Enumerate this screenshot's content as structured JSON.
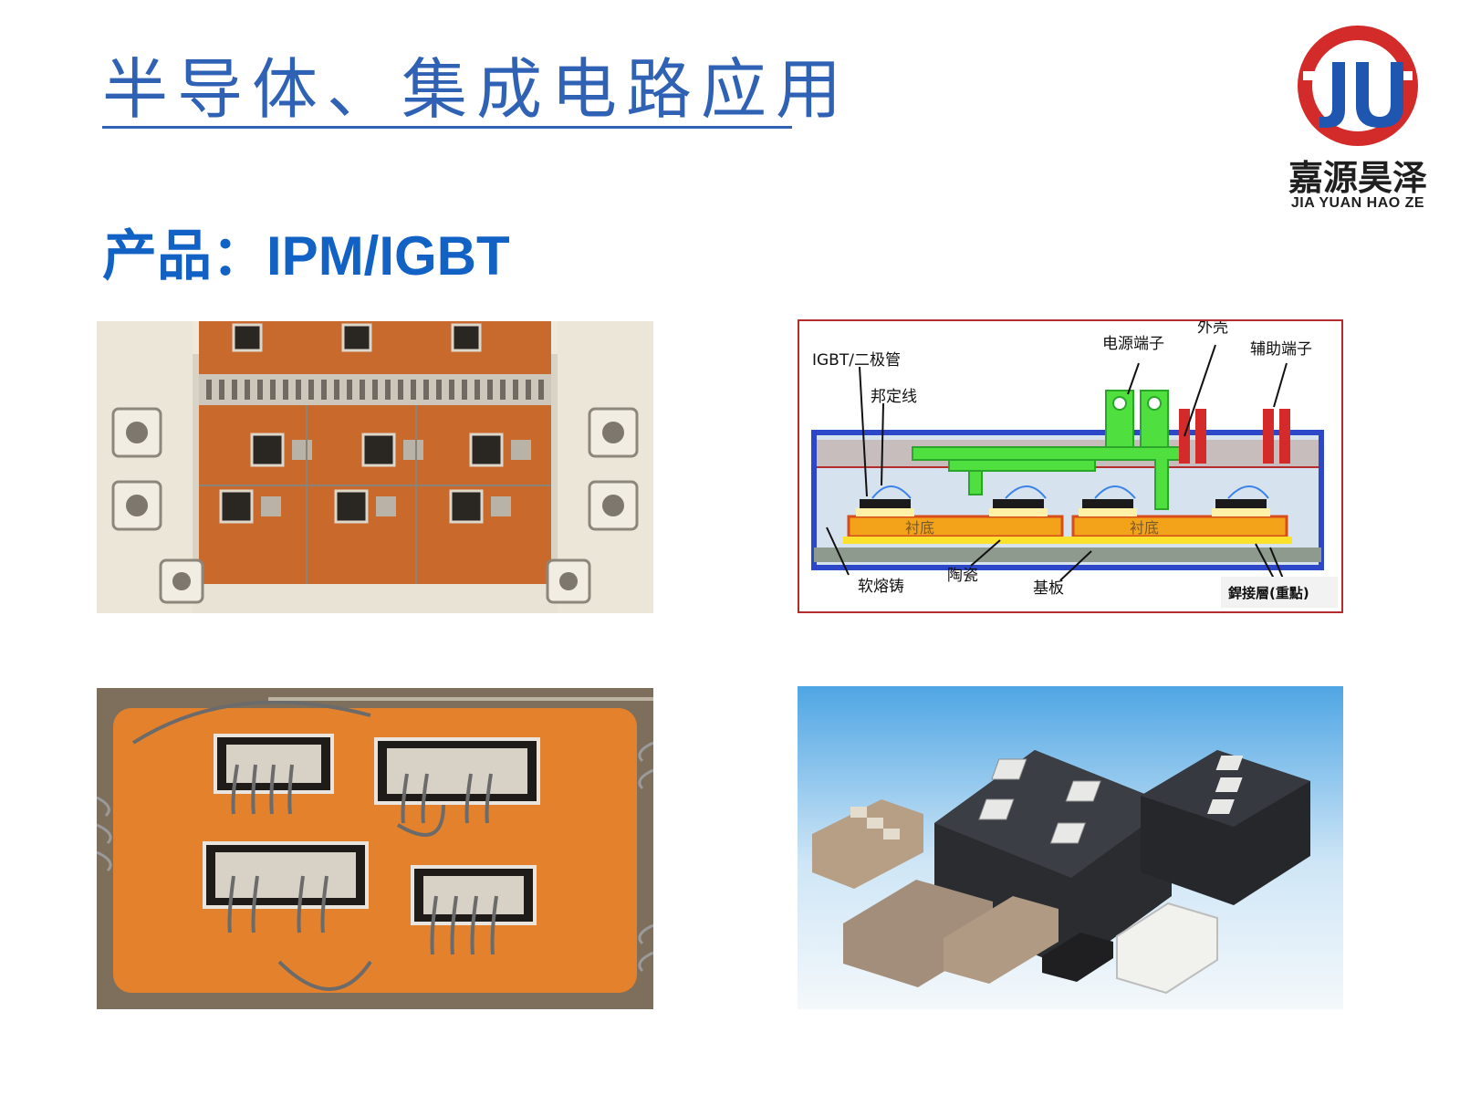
{
  "header": {
    "title": "半导体、集成电路应用",
    "subtitle": "产品：IPM/IGBT"
  },
  "logo": {
    "name_cn": "嘉源昊泽",
    "name_en": "JIA YUAN HAO ZE",
    "colors": {
      "ring": "#d32a2a",
      "letters": "#1e56b0"
    }
  },
  "diagram": {
    "labels": {
      "igbt": "IGBT/二极管",
      "bond_wire": "邦定线",
      "power_terminal": "电源端子",
      "housing": "外壳",
      "aux_terminal": "辅助端子",
      "substrate_left": "衬底",
      "substrate_right": "衬底",
      "soft_potting": "软熔铸",
      "ceramic": "陶瓷",
      "base_plate": "基板",
      "solder_layer": "銲接層(重點)"
    },
    "colors": {
      "frame": "#b62b2b",
      "housing": "#2d47c9",
      "terminal": "#44d43a",
      "aux": "#d42a2a",
      "substrate": "#f3a31a"
    }
  }
}
